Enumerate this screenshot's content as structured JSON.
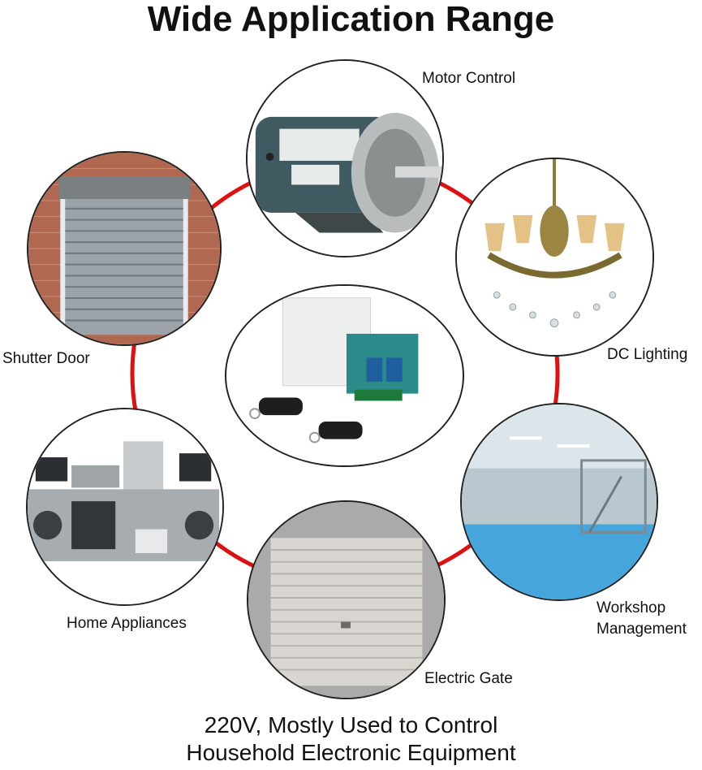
{
  "title": "Wide Application Range",
  "colors": {
    "ring": "#dd1111",
    "border": "#222222"
  },
  "applications": [
    {
      "id": "motor",
      "label": "Motor Control",
      "icon": "motor-icon"
    },
    {
      "id": "shutter",
      "label": "Shutter Door",
      "icon": "shutter-door-icon"
    },
    {
      "id": "lighting",
      "label": "DC Lighting",
      "icon": "chandelier-icon"
    },
    {
      "id": "appliances",
      "label": "Home Appliances",
      "icon": "appliances-icon"
    },
    {
      "id": "gate",
      "label": "Electric Gate",
      "icon": "garage-gate-icon"
    },
    {
      "id": "workshop",
      "label": [
        "Workshop",
        "Management"
      ],
      "icon": "workshop-icon"
    }
  ],
  "center": {
    "icon": "relay-module-icon"
  },
  "caption": [
    "220V, Mostly Used to Control",
    "Household Electronic Equipment"
  ]
}
